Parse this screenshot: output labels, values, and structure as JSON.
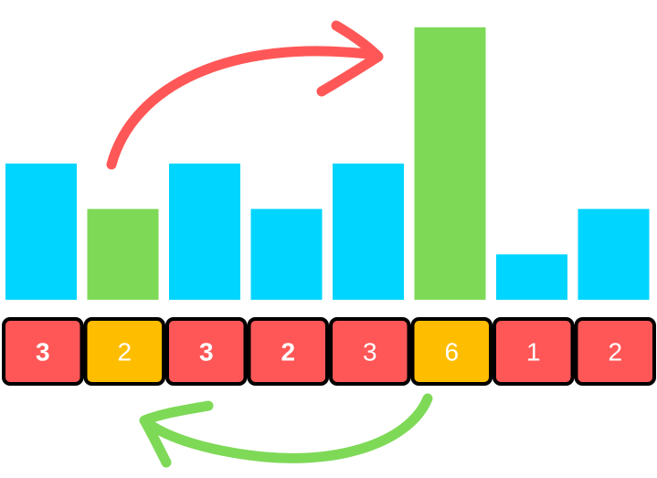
{
  "chart_data": {
    "type": "bar",
    "values": [
      3,
      2,
      3,
      2,
      3,
      6,
      1,
      2
    ],
    "highlighted_indices": [
      1,
      5
    ],
    "cells": [
      {
        "label": "3",
        "bold": true
      },
      {
        "label": "2",
        "bold": false
      },
      {
        "label": "3",
        "bold": true
      },
      {
        "label": "2",
        "bold": true
      },
      {
        "label": "3",
        "bold": false
      },
      {
        "label": "6",
        "bold": false
      },
      {
        "label": "1",
        "bold": false
      },
      {
        "label": "2",
        "bold": false
      }
    ],
    "ylim": [
      0,
      6.4
    ]
  },
  "colors": {
    "bar": "#00d5ff",
    "bar_highlight": "#7ed957",
    "cell": "#ff5757",
    "cell_highlight": "#ffbd00",
    "cell_border": "#000000",
    "cell_text": "#ffffff",
    "arrow_top": "#ff5757",
    "arrow_bottom": "#7ed957"
  },
  "arrows": [
    {
      "name": "top-arrow",
      "from_index": 1,
      "to_index": 5,
      "side": "top"
    },
    {
      "name": "bottom-arrow",
      "from_index": 5,
      "to_index": 1,
      "side": "bottom"
    }
  ]
}
